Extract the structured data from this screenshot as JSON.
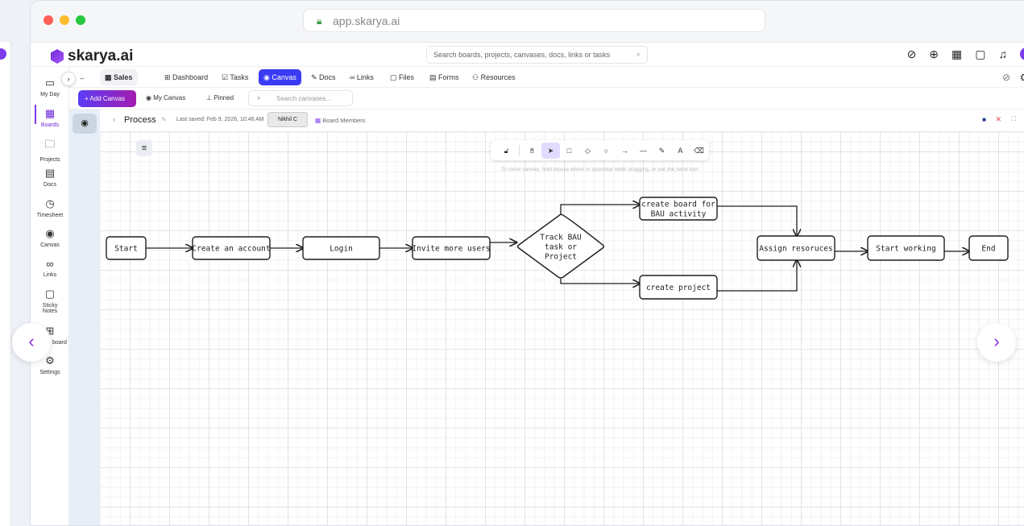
{
  "browser": {
    "url": "app.skarya.ai"
  },
  "app": {
    "logo": "skarya.ai",
    "search_placeholder": "Search boards, projects, canvases, docs, links or tasks"
  },
  "sidebar": {
    "items": [
      {
        "label": "My Day",
        "icon": "calendar-icon"
      },
      {
        "label": "Boards",
        "icon": "grid-icon",
        "active": true
      },
      {
        "label": "Projects",
        "icon": "folder-icon"
      },
      {
        "label": "Docs",
        "icon": "doc-icon"
      },
      {
        "label": "Timesheet",
        "icon": "clock-icon"
      },
      {
        "label": "Canvas",
        "icon": "palette-icon"
      },
      {
        "label": "Links",
        "icon": "link-icon"
      },
      {
        "label": "Sticky Notes",
        "icon": "note-icon"
      },
      {
        "label": "board",
        "icon": "qr-icon"
      },
      {
        "label": "Settings",
        "icon": "gear-icon"
      }
    ]
  },
  "nav": {
    "board": "Sales",
    "tabs": [
      {
        "label": "Dashboard"
      },
      {
        "label": "Tasks"
      },
      {
        "label": "Canvas",
        "active": true
      },
      {
        "label": "Docs"
      },
      {
        "label": "Links"
      },
      {
        "label": "Files"
      },
      {
        "label": "Forms"
      },
      {
        "label": "Resources"
      }
    ]
  },
  "toolbar": {
    "add_canvas": "+ Add Canvas",
    "my_canvas": "My Canvas",
    "pinned": "Pinned",
    "search_placeholder": "Search canvases..."
  },
  "canvas_header": {
    "title": "Process",
    "last_saved": "Last saved: Feb 9, 2026, 10:46 AM",
    "user": "Nikhil C",
    "members": "Board Members"
  },
  "drawing_tools": {
    "hint": "To move canvas, hold mouse wheel or spacebar while dragging, or use the hand tool",
    "tools": [
      "lock",
      "hand",
      "select",
      "rectangle",
      "diamond",
      "ellipse",
      "arrow",
      "line",
      "draw",
      "text",
      "eraser"
    ],
    "active": "select"
  },
  "flow": {
    "nodes": [
      "Start",
      "Create an account",
      "Login",
      "Invite more users",
      "Track BAU task or Project",
      "create board for BAU activity",
      "create project",
      "Assign resoruces",
      "Start working",
      "End"
    ]
  },
  "colors": {
    "accent": "#3b3bf5",
    "brand": "#7c3aed"
  }
}
